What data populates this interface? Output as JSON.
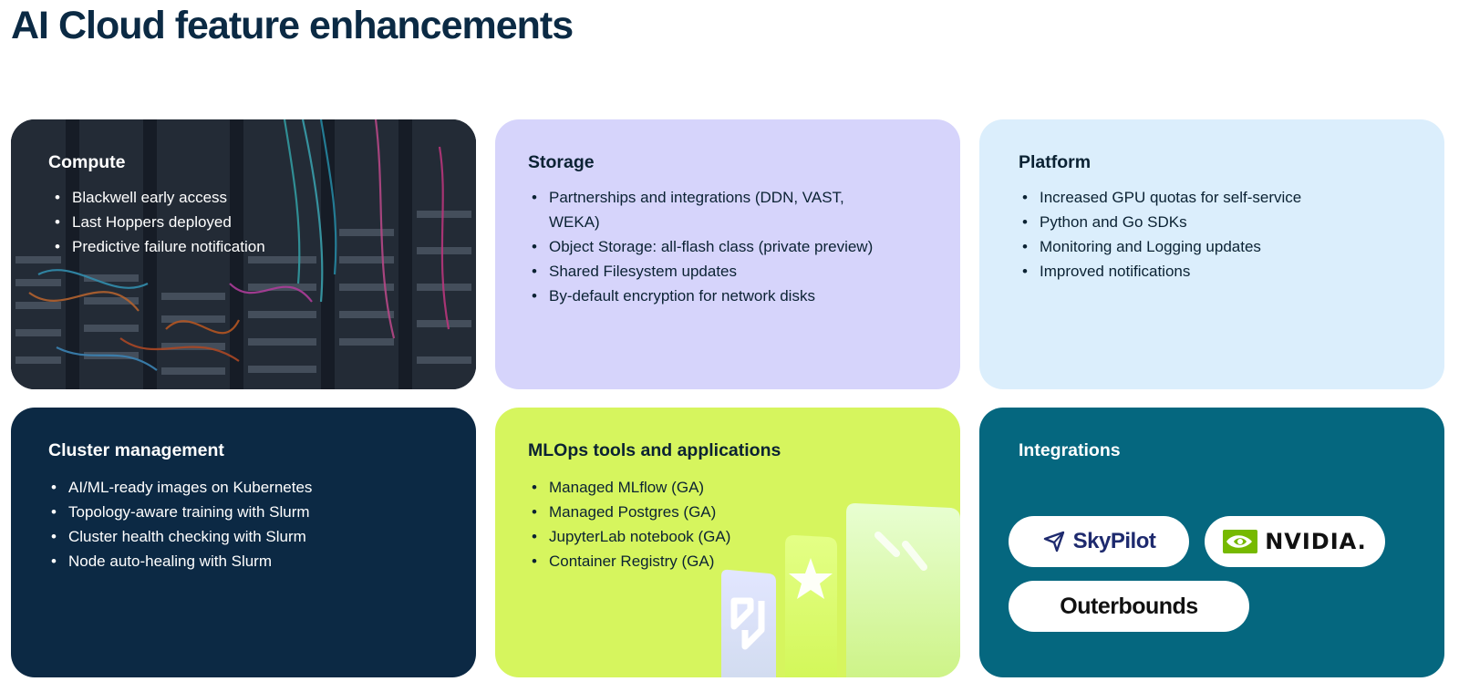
{
  "title": "AI Cloud feature enhancements",
  "cards": {
    "compute": {
      "heading": "Compute",
      "items": [
        "Blackwell early access",
        "Last Hoppers deployed",
        "Predictive failure notification"
      ]
    },
    "storage": {
      "heading": "Storage",
      "items": [
        "Partnerships and integrations (DDN, VAST, WEKA)",
        "Object Storage: all-flash class (private preview)",
        "Shared Filesystem updates",
        "By-default encryption for network disks"
      ]
    },
    "platform": {
      "heading": "Platform",
      "items": [
        "Increased GPU quotas for self-service",
        "Python and Go SDKs",
        "Monitoring and Logging updates",
        "Improved notifications"
      ]
    },
    "cluster": {
      "heading": "Cluster management",
      "items": [
        "AI/ML-ready images on Kubernetes",
        "Topology-aware training with Slurm",
        "Cluster health checking with Slurm",
        "Node auto-healing with Slurm"
      ]
    },
    "mlops": {
      "heading": "MLOps tools and applications",
      "items": [
        "Managed MLflow (GA)",
        "Managed Postgres (GA)",
        "JupyterLab notebook (GA)",
        "Container Registry (GA)"
      ]
    },
    "integrations": {
      "heading": "Integrations",
      "logos": [
        {
          "name": "SkyPilot",
          "icon": "skypilot-arrow-icon"
        },
        {
          "name": "NVIDIA.",
          "icon": "nvidia-eye-icon"
        },
        {
          "name": "Outerbounds",
          "icon": ""
        }
      ]
    }
  },
  "colors": {
    "title": "#0b2a44",
    "storage_bg": "#d6d4fb",
    "platform_bg": "#dbeefc",
    "cluster_bg": "#0c2944",
    "mlops_bg": "#d6f55e",
    "integrations_bg": "#05677f",
    "nvidia_green": "#76b900"
  }
}
